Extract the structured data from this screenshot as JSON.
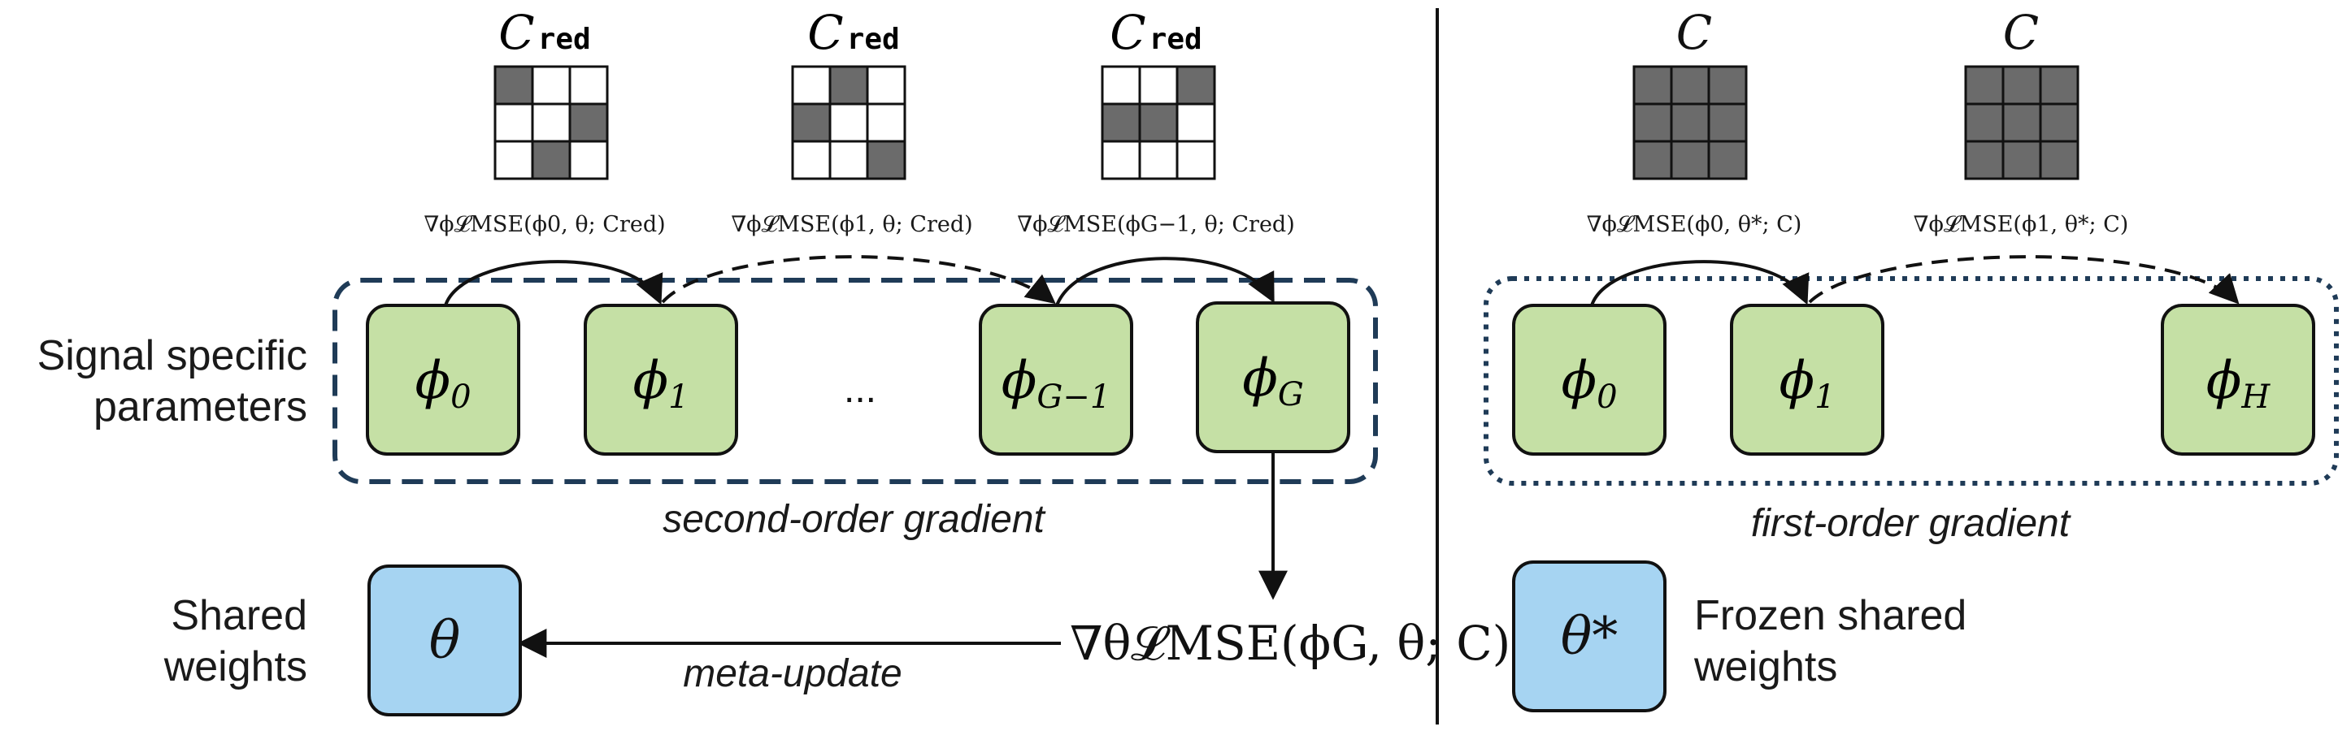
{
  "left_panel": {
    "row_label_line1": "Signal specific",
    "row_label_line2": "parameters",
    "shared_label_line1": "Shared",
    "shared_label_line2": "weights",
    "group_caption": "second-order gradient",
    "meta_caption": "meta-update",
    "ellipsis": "...",
    "shared_box": "θ",
    "outer_gradient": "∇θ𝓛MSE(ϕG, θ; C)",
    "params": [
      {
        "main": "ϕ",
        "sub": "0"
      },
      {
        "main": "ϕ",
        "sub": "1"
      },
      {
        "main": "ϕ",
        "sub": "G−1"
      },
      {
        "main": "ϕ",
        "sub": "G"
      }
    ],
    "masks": [
      {
        "title_main": "C",
        "title_sub": "red",
        "gradient": "∇ϕ𝓛MSE(ϕ0, θ; Cred)",
        "cells": [
          1,
          0,
          0,
          0,
          0,
          1,
          0,
          1,
          0
        ]
      },
      {
        "title_main": "C",
        "title_sub": "red",
        "gradient": "∇ϕ𝓛MSE(ϕ1, θ; Cred)",
        "cells": [
          0,
          1,
          0,
          1,
          0,
          0,
          0,
          0,
          1
        ]
      },
      {
        "title_main": "C",
        "title_sub": "red",
        "gradient": "∇ϕ𝓛MSE(ϕG−1, θ; Cred)",
        "cells": [
          0,
          0,
          1,
          1,
          1,
          0,
          0,
          0,
          0
        ]
      }
    ]
  },
  "right_panel": {
    "group_caption": "first-order gradient",
    "frozen_label_line1": "Frozen shared",
    "frozen_label_line2": "weights",
    "frozen_box": "θ*",
    "params": [
      {
        "main": "ϕ",
        "sub": "0"
      },
      {
        "main": "ϕ",
        "sub": "1"
      },
      {
        "main": "ϕ",
        "sub": "H"
      }
    ],
    "masks": [
      {
        "title": "C",
        "gradient": "∇ϕ𝓛MSE(ϕ0, θ*; C)",
        "cells": [
          1,
          1,
          1,
          1,
          1,
          1,
          1,
          1,
          1
        ]
      },
      {
        "title": "C",
        "gradient": "∇ϕ𝓛MSE(ϕ1, θ*; C)",
        "cells": [
          1,
          1,
          1,
          1,
          1,
          1,
          1,
          1,
          1
        ]
      }
    ]
  },
  "colors": {
    "param_fill": "#c5e0a5",
    "shared_fill": "#a6d4f2",
    "box_stroke": "#111111",
    "group_stroke": "#1f3b57",
    "dotted_stroke": "#1f3b57"
  }
}
